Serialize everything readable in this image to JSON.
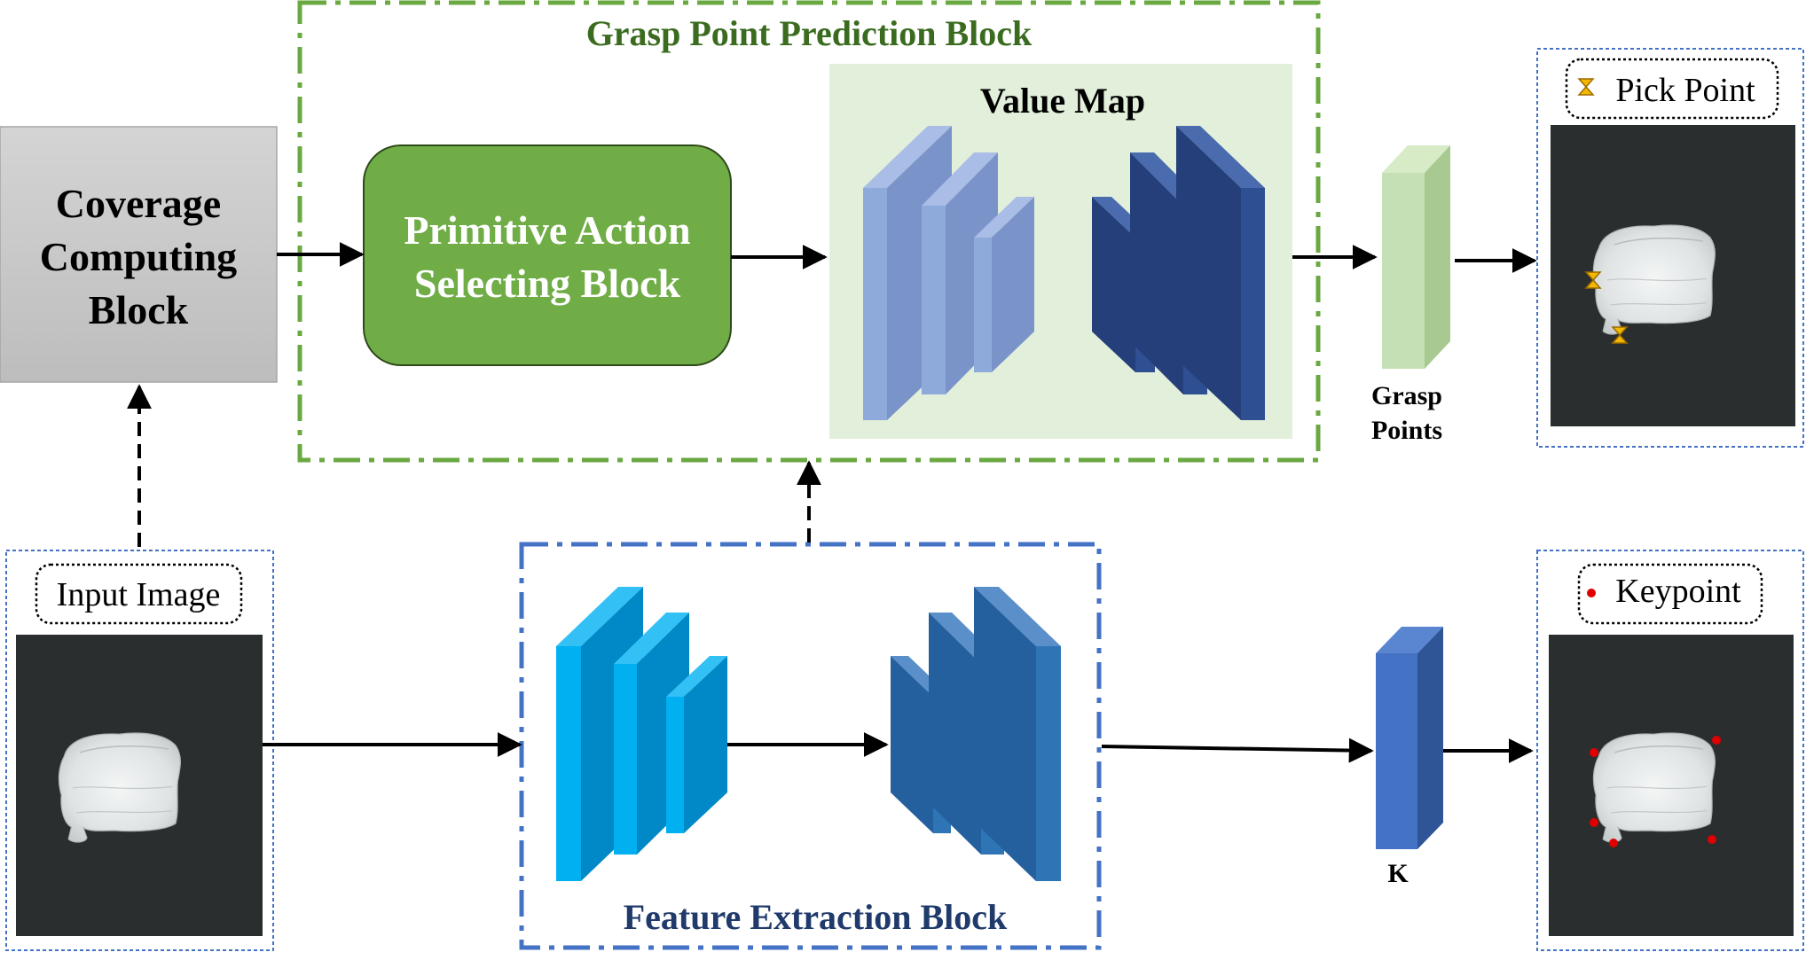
{
  "blocks": {
    "coverage": {
      "line1": "Coverage",
      "line2": "Computing",
      "line3": "Block"
    },
    "primitive": {
      "line1": "Primitive Action",
      "line2": "Selecting Block"
    },
    "grasp_prediction": {
      "title": "Grasp Point Prediction Block"
    },
    "value_map": {
      "title": "Value Map"
    },
    "feature_extraction": {
      "title": "Feature Extraction Block"
    }
  },
  "outputs": {
    "grasp_points": {
      "line1": "Grasp",
      "line2": "Points"
    },
    "k_label": "K",
    "pick_point": {
      "label": "Pick Point"
    },
    "keypoint": {
      "label": "Keypoint"
    }
  },
  "input": {
    "label": "Input Image"
  },
  "colors": {
    "green_dashed": "#6aa842",
    "green_block": "#70ad47",
    "value_map_bg": "#e2efda",
    "blue_dashed": "#4472c4",
    "title_green": "#3a6b1f",
    "title_navy": "#1f3a6b",
    "coverage_fill": "#c8c8c8",
    "photo_bg": "#2b2e2e",
    "keypoint": "#e00000",
    "pick_marker": "#f5b800"
  },
  "icons": [
    "hourglass-marker-icon",
    "red-dot-icon"
  ]
}
